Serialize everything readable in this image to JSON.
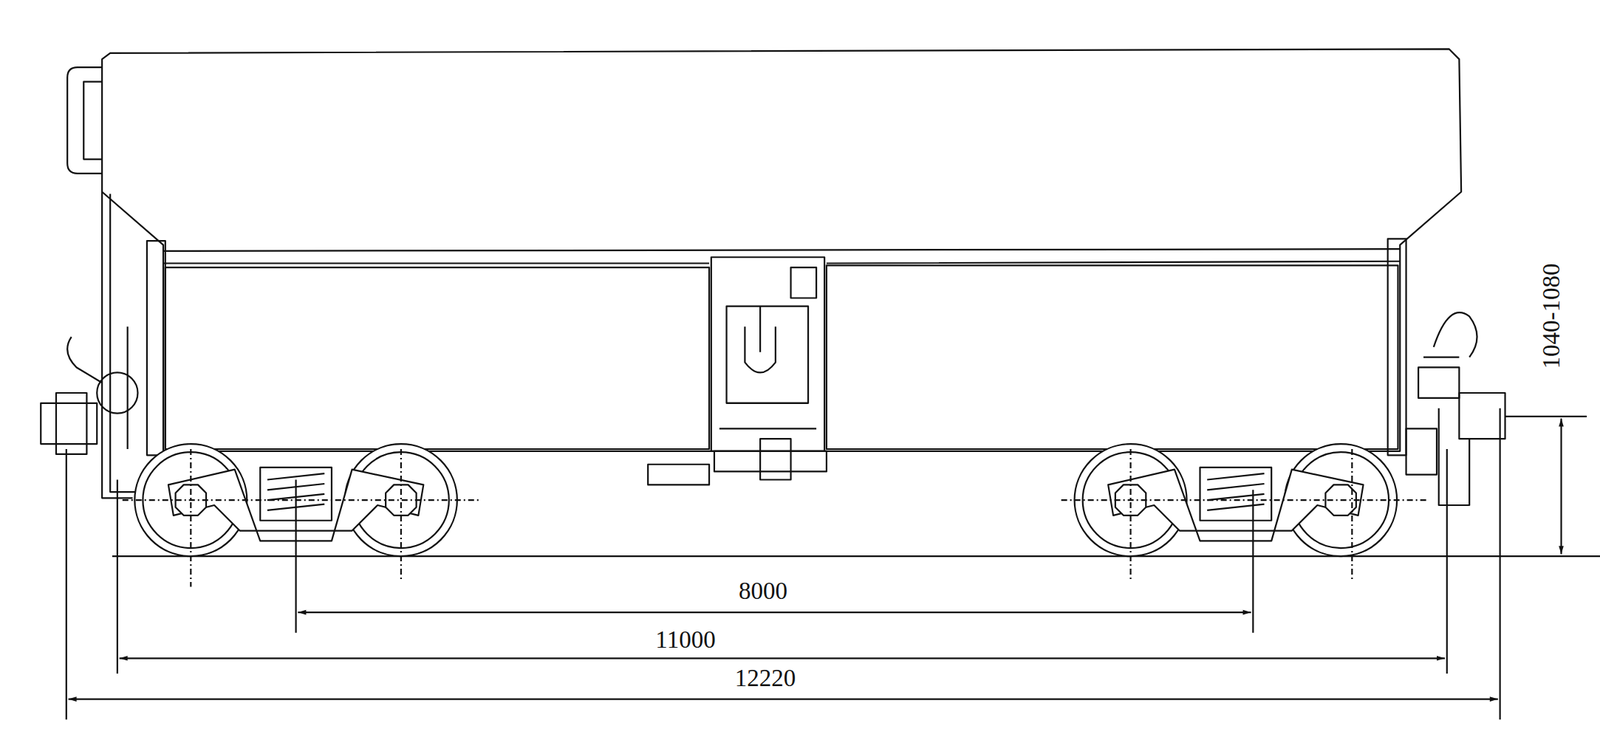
{
  "diagram": {
    "labels": [
      "1040-1080",
      "8000",
      "11000",
      "12220"
    ]
  }
}
